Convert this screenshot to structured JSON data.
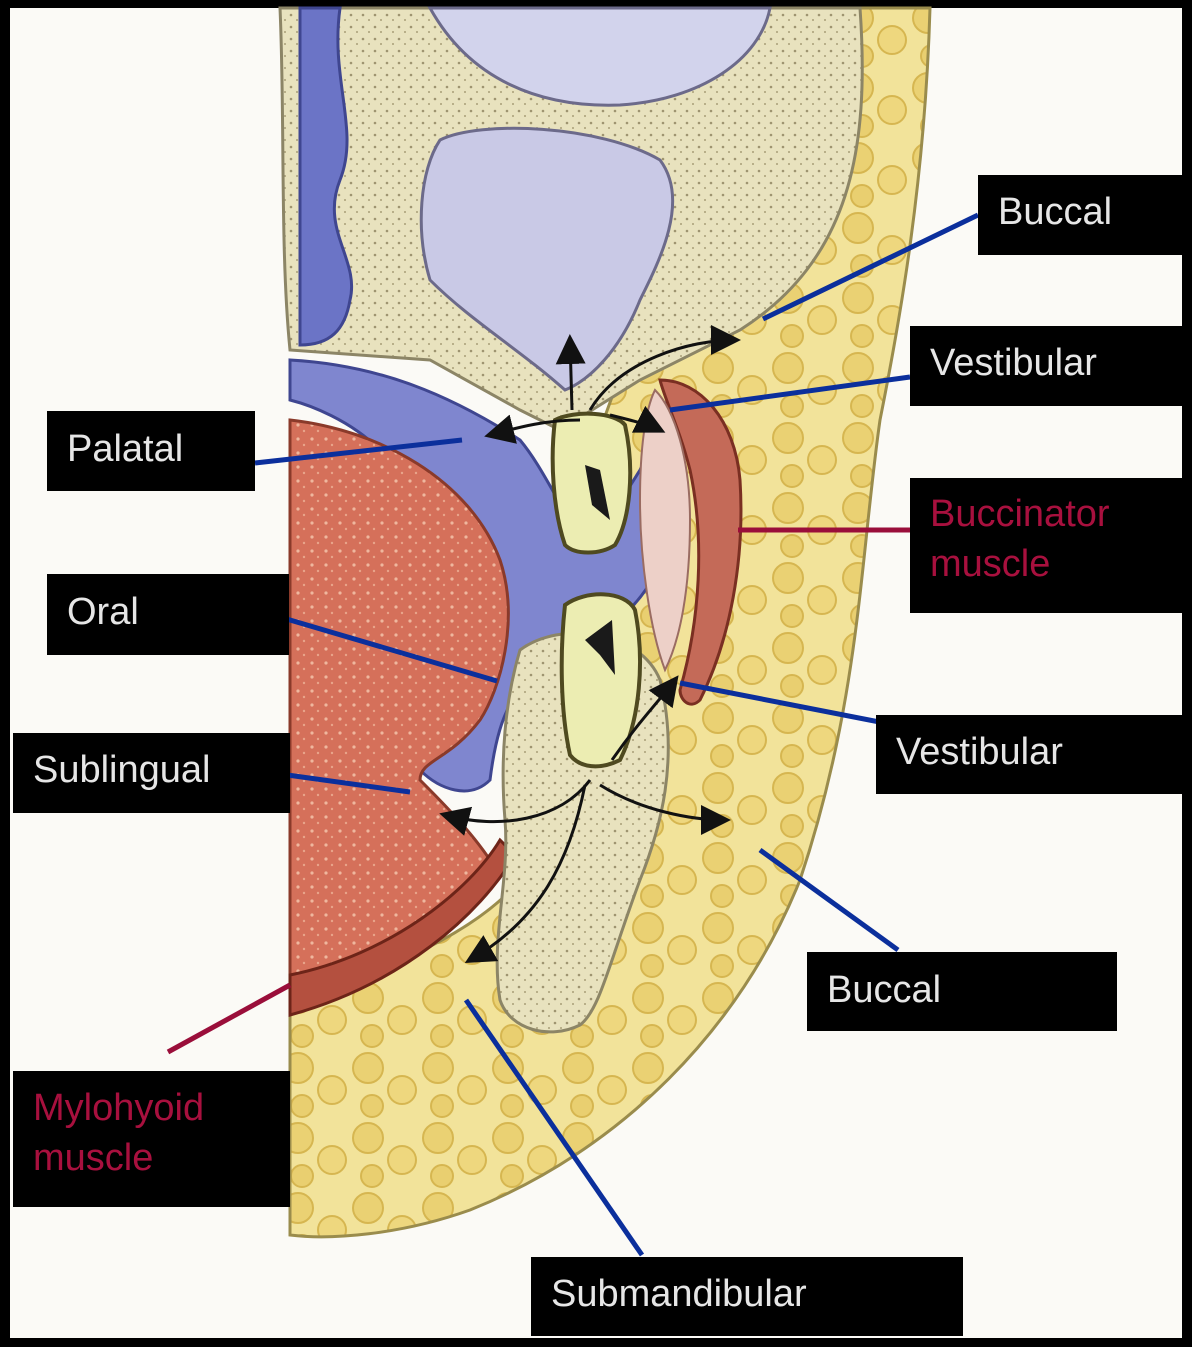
{
  "labels": {
    "buccal_upper": "Buccal",
    "vestibular_upper": "Vestibular",
    "palatal": "Palatal",
    "buccinator": "Buccinator\nmuscle",
    "oral": "Oral",
    "sublingual": "Sublingual",
    "vestibular_lower": "Vestibular",
    "buccal_lower": "Buccal",
    "mylohyoid": "Mylohyoid\nmuscle",
    "submandibular": "Submandibular"
  },
  "colors": {
    "space_leader": "#0b2f9c",
    "muscle_leader": "#9a0e3a",
    "muscle_text": "#a8103e",
    "label_text": "#e6e6e6",
    "label_background": "#000000"
  }
}
